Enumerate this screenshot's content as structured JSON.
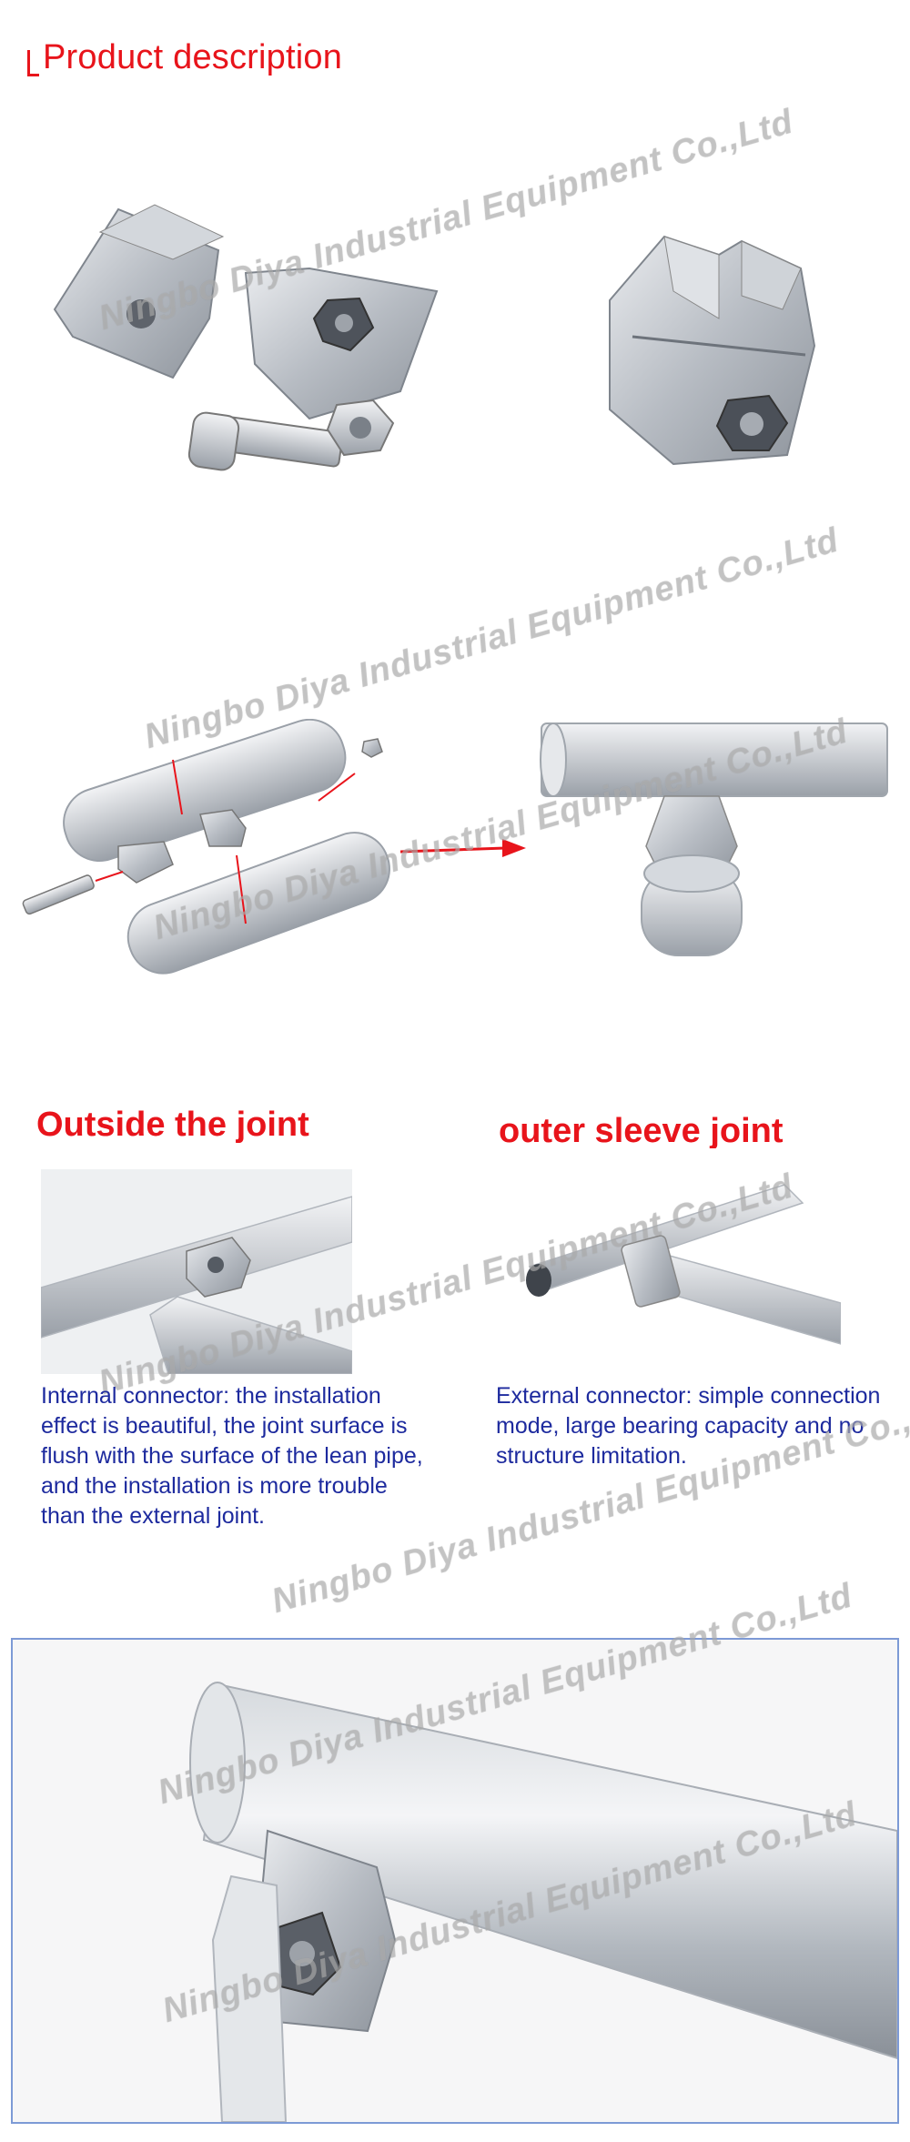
{
  "header": {
    "title": "Product description"
  },
  "watermark": {
    "text": "Ningbo Diya Industrial Equipment Co.,Ltd"
  },
  "sections": {
    "left": {
      "title": "Outside the joint",
      "description": "Internal connector: the installation effect is beautiful, the joint surface is flush with the surface of the lean pipe, and the installation is more trouble than the external joint."
    },
    "right": {
      "title": "outer sleeve joint",
      "description": "External connector: simple connection mode, large bearing capacity and no structure limitation."
    }
  },
  "colors": {
    "accent": "#e8141b",
    "description_text": "#1d2a9e",
    "frame_border": "#7d9ad6"
  }
}
